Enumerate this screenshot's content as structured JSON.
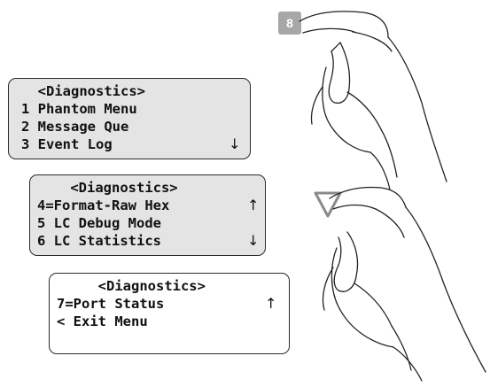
{
  "screens": [
    {
      "lines": [
        "  <Diagnostics>",
        "1 Phantom Menu",
        "2 Message Que",
        "3 Event Log"
      ],
      "arrows": {
        "up": "",
        "down": "↓"
      }
    },
    {
      "lines": [
        "    <Diagnostics>",
        "4=Format-Raw Hex",
        "5 LC Debug Mode",
        "6 LC Statistics"
      ],
      "arrows": {
        "up": "↑",
        "down": "↓"
      }
    },
    {
      "lines": [
        "     <Diagnostics>",
        "7=Port Status",
        "< Exit Menu"
      ],
      "arrows": {
        "up": "↑",
        "down": ""
      }
    }
  ],
  "keys": {
    "number_key_label": "8",
    "up_arrow_key_icon": "triangle-down-outline-icon"
  },
  "colors": {
    "lcd_gray": "#e4e4e4",
    "key_gray": "#a7a7a7"
  }
}
